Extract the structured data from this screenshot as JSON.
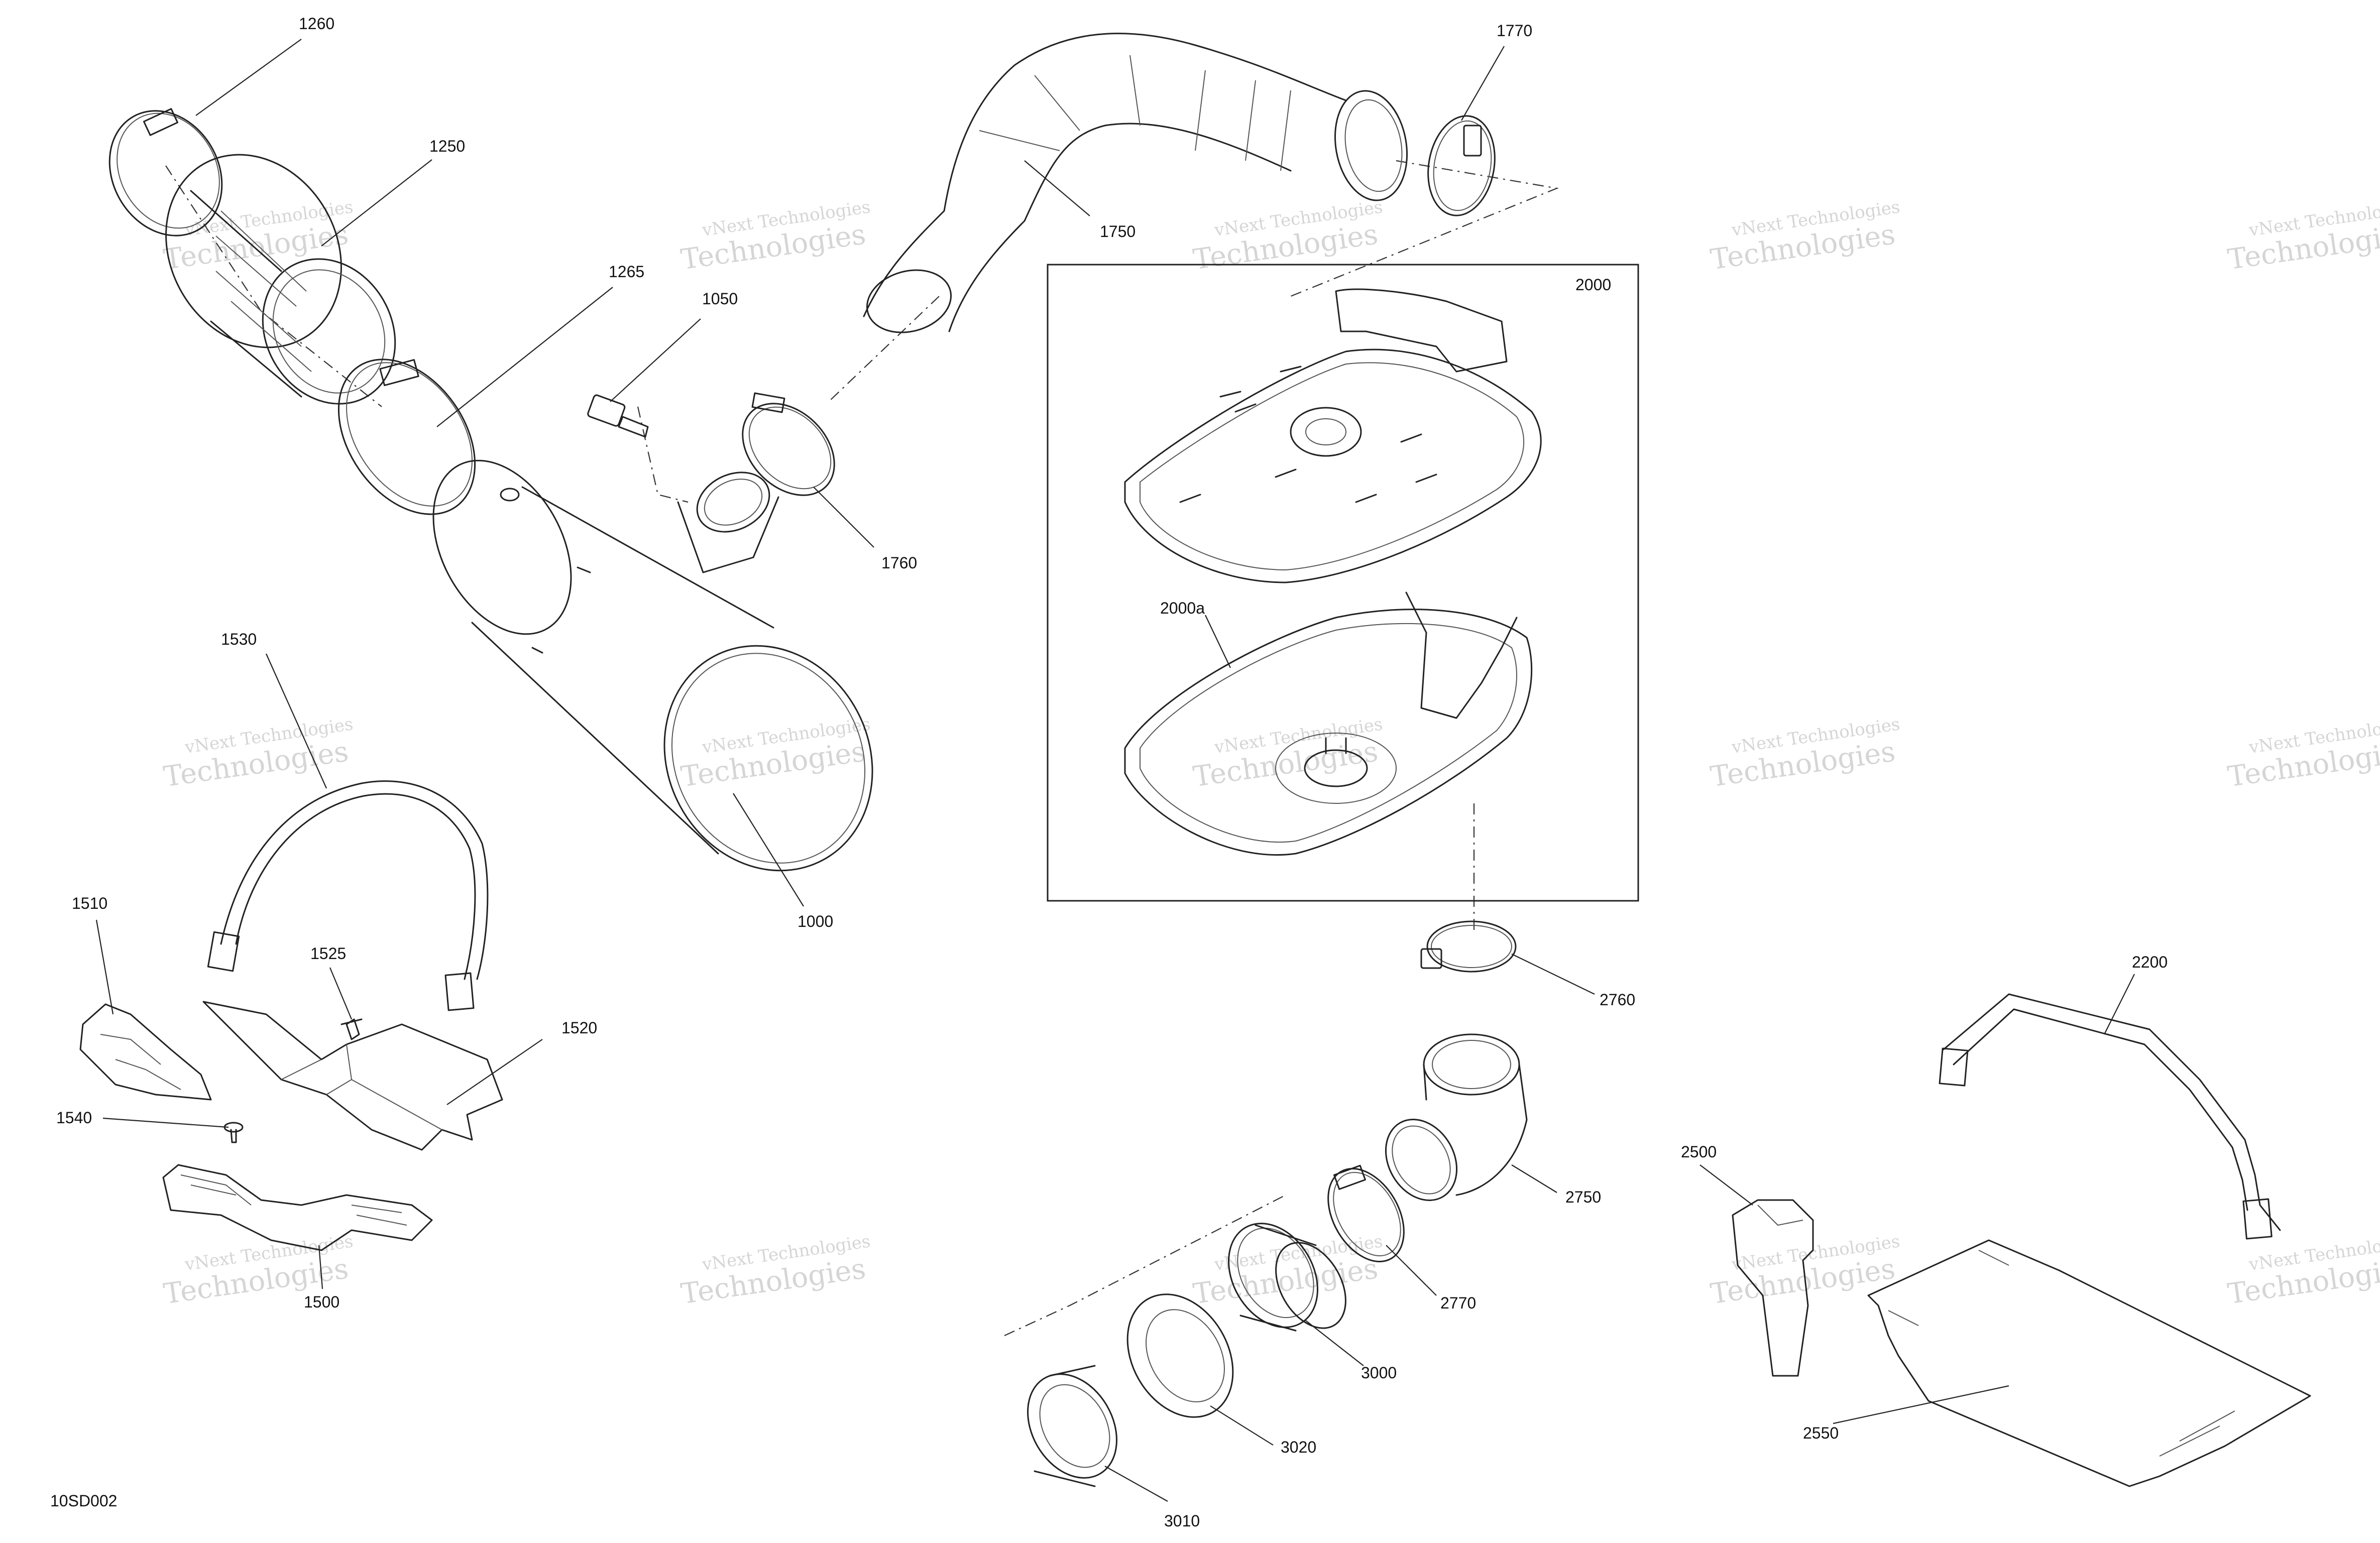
{
  "diagram_code": "10SD002",
  "watermark": {
    "line1": "vNext Technologies",
    "line2": "Technologies"
  },
  "callouts": [
    {
      "id": "c1260",
      "text": "1260"
    },
    {
      "id": "c1250",
      "text": "1250"
    },
    {
      "id": "c1265",
      "text": "1265"
    },
    {
      "id": "c1050",
      "text": "1050"
    },
    {
      "id": "c1750",
      "text": "1750"
    },
    {
      "id": "c1770",
      "text": "1770"
    },
    {
      "id": "c1760",
      "text": "1760"
    },
    {
      "id": "c2000",
      "text": "2000"
    },
    {
      "id": "c2000a",
      "text": "2000a"
    },
    {
      "id": "c1530",
      "text": "1530"
    },
    {
      "id": "c1000",
      "text": "1000"
    },
    {
      "id": "c1510",
      "text": "1510"
    },
    {
      "id": "c1525",
      "text": "1525"
    },
    {
      "id": "c1520",
      "text": "1520"
    },
    {
      "id": "c1540",
      "text": "1540"
    },
    {
      "id": "c1500",
      "text": "1500"
    },
    {
      "id": "c2760",
      "text": "2760"
    },
    {
      "id": "c2200",
      "text": "2200"
    },
    {
      "id": "c2750",
      "text": "2750"
    },
    {
      "id": "c2500",
      "text": "2500"
    },
    {
      "id": "c2770",
      "text": "2770"
    },
    {
      "id": "c3000",
      "text": "3000"
    },
    {
      "id": "c3020",
      "text": "3020"
    },
    {
      "id": "c3010",
      "text": "3010"
    },
    {
      "id": "c2550",
      "text": "2550"
    }
  ]
}
